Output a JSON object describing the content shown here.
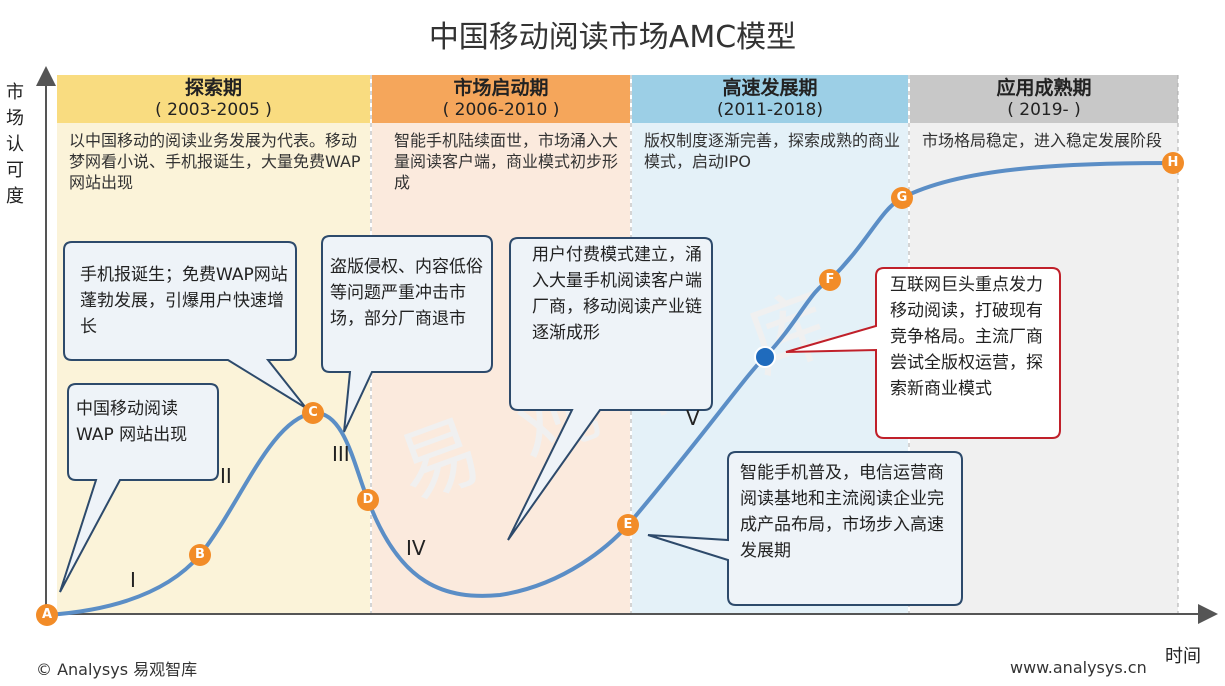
{
  "title": "中国移动阅读市场AMC模型",
  "y_axis_label": "市场认可度",
  "x_axis_label": "时间",
  "phases": [
    {
      "name": "探索期",
      "years": "( 2003-2005 )",
      "color": "#f9dc80",
      "bg": "#fbf3d9",
      "desc": "以中国移动的阅读业务发展为代表。移动梦网看小说、手机报诞生，大量免费WAP网站出现"
    },
    {
      "name": "市场启动期",
      "years": "( 2006-2010 )",
      "color": "#f5a65b",
      "bg": "#fbeadd",
      "desc": "智能手机陆续面世，市场涌入大量阅读客户端，商业模式初步形成"
    },
    {
      "name": "高速发展期",
      "years": "(2011-2018)",
      "color": "#9ccfe6",
      "bg": "#e4f1f8",
      "desc": "版权制度逐渐完善，探索成熟的商业模式，启动IPO"
    },
    {
      "name": "应用成熟期",
      "years": "( 2019-    )",
      "color": "#c8c8c8",
      "bg": "#f0f0f0",
      "desc": "市场格局稳定，进入稳定发展阶段"
    }
  ],
  "markers": [
    "A",
    "B",
    "C",
    "D",
    "E",
    "F",
    "G",
    "H"
  ],
  "stages": [
    "I",
    "II",
    "III",
    "IV",
    "V"
  ],
  "callouts": [
    {
      "text": "中国移动阅读 WAP 网站出现"
    },
    {
      "text": "手机报诞生；免费WAP网站蓬勃发展，引爆用户快速增长"
    },
    {
      "text": "盗版侵权、内容低俗等问题严重冲击市场，部分厂商退市"
    },
    {
      "text": "用户付费模式建立，涌入大量手机阅读客户端厂商，移动阅读产业链逐渐成形"
    },
    {
      "text": "智能手机普及，电信运营商阅读基地和主流阅读企业完成产品布局，市场步入高速发展期"
    },
    {
      "text": "互联网巨头重点发力移动阅读，打破现有竞争格局。主流厂商尝试全版权运营，探索新商业模式"
    }
  ],
  "watermark": "易观智库",
  "credit": "© Analysys 易观智库",
  "site": "www.analysys.cn",
  "colors": {
    "curve": "#5b8ec6",
    "marker": "#f28c28",
    "highlight_dot": "#1f6bbd",
    "red_box": "#c0202a"
  }
}
